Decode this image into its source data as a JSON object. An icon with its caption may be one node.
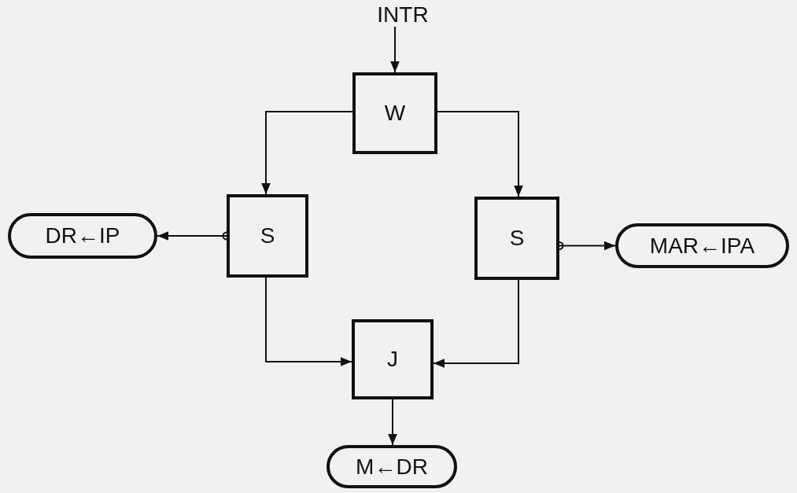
{
  "diagram": {
    "nodes": [
      {
        "text": [
          "INTR"
        ]
      },
      {
        "text": [
          "W"
        ]
      },
      {
        "text": [
          "S"
        ]
      },
      {
        "text": [
          "S"
        ]
      },
      {
        "text": [
          "DR←IP"
        ]
      },
      {
        "text": [
          "MAR←IPA"
        ]
      },
      {
        "text": [
          "J"
        ]
      },
      {
        "text": [
          "M←DR"
        ]
      }
    ],
    "edges": [
      {
        "from": 0,
        "to": 1,
        "arrow": "to"
      },
      {
        "from": 1,
        "to": 2,
        "arrow": "to"
      },
      {
        "from": 1,
        "to": 3,
        "arrow": "to"
      },
      {
        "from": 2,
        "to": 4,
        "arrow": "to"
      },
      {
        "from": 3,
        "to": 5,
        "arrow": "to"
      },
      {
        "from": 2,
        "to": 6,
        "arrow": "to"
      },
      {
        "from": 3,
        "to": 6,
        "arrow": "to"
      },
      {
        "from": 6,
        "to": 7,
        "arrow": "to"
      }
    ]
  }
}
